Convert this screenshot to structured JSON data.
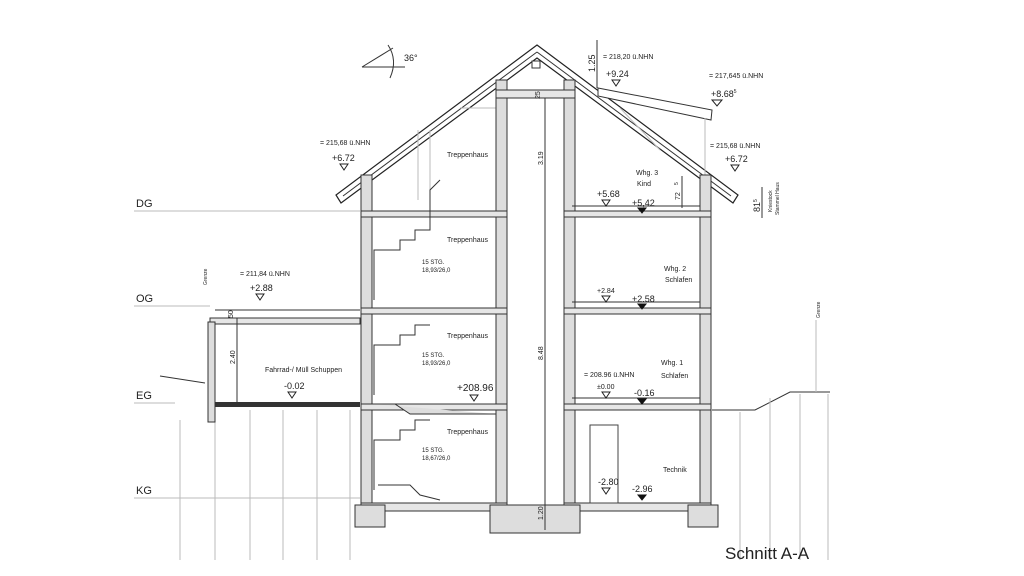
{
  "title": "Schnitt A-A",
  "levels": [
    "DG",
    "OG",
    "EG",
    "KG"
  ],
  "roof": {
    "angle": "36°",
    "ridge_height": "1.25",
    "ridge_nhn": "= 218,20 ü.NHN",
    "ridge_level": "+9.24",
    "purlin_dim": "25",
    "dormer_nhn": "= 217,645 ü.NHN",
    "dormer_level": "+8.68",
    "dormer_level_sup": "5",
    "eave_left_nhn": "= 215,68 ü.NHN",
    "eave_left_level": "+6.72",
    "eave_right_nhn": "= 215,68 ü.NHN",
    "eave_right_level": "+6.72",
    "kniestock_dim": "81",
    "kniestock_sup": "5",
    "kniestock_label": "Kniestock",
    "kniestock_label2": "Stammel Haus",
    "dim_72": "72",
    "dim_small": "5"
  },
  "shaft": {
    "dim_top": "3.19",
    "dim_mid": "8.48",
    "dim_bottom": "1.20"
  },
  "stair": {
    "dg_label": "Treppenhaus",
    "og_label": "Treppenhaus",
    "og_steps": "15 STG.",
    "og_ratio": "18,93/26,0",
    "eg_label": "Treppenhaus",
    "eg_steps": "15 STG.",
    "eg_ratio": "18,93/26,0",
    "eg_level": "+208.96",
    "kg_label": "Treppenhaus",
    "kg_steps": "15 STG.",
    "kg_ratio": "18,67/26,0"
  },
  "rooms": {
    "w3_name": "Whg. 3",
    "w3_room": "Kind",
    "w3_level_raw": "+5.68",
    "w3_level_fin": "+5,42",
    "w2_name": "Whg. 2",
    "w2_room": "Schlafen",
    "w2_level_raw": "+2.84",
    "w2_level_fin": "+2.58",
    "w1_name": "Whg. 1",
    "w1_room": "Schlafen",
    "w1_nhn": "= 208.96 ü.NHN",
    "w1_level_raw": "±0.00",
    "w1_level_fin": "-0.16",
    "kg_room": "Technik",
    "kg_level_raw": "-2.80",
    "kg_level_fin": "-2.96"
  },
  "shed": {
    "name": "Fahrrad-/ Müll Schuppen",
    "level": "-0.02",
    "height": "2.40",
    "roof_dim": "50",
    "nhn": "= 211,84 ü.NHN",
    "roof_level": "+2.88",
    "border": "Grenze"
  },
  "border_right": "Grenze"
}
